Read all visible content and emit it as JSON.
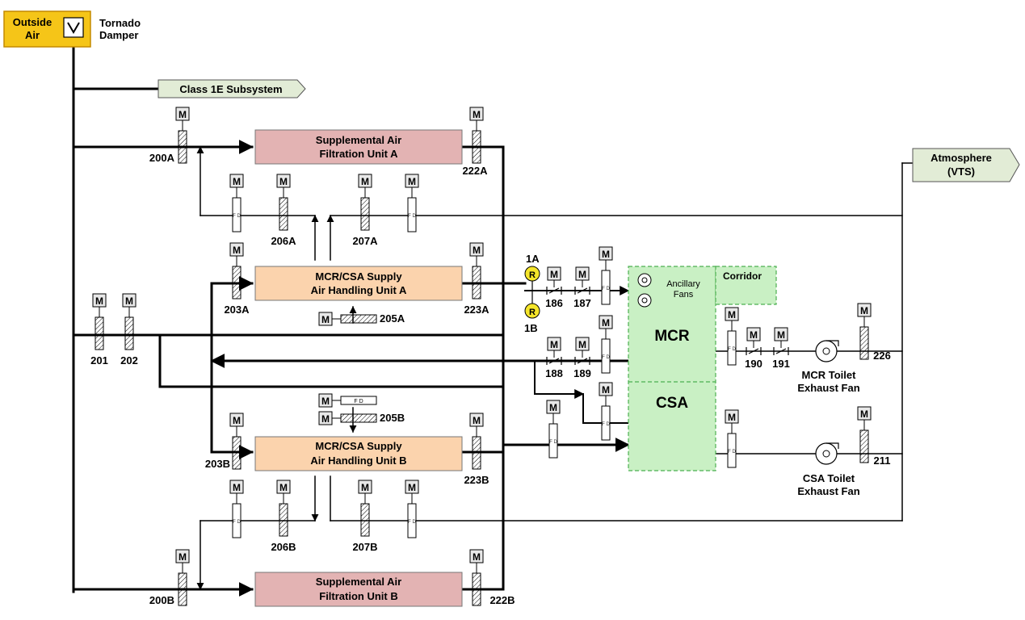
{
  "source": {
    "line1": "Outside",
    "line2": "Air"
  },
  "tornado_damper": {
    "line1": "Tornado",
    "line2": "Damper"
  },
  "class1e": "Class 1E Subsystem",
  "atmosphere": {
    "line1": "Atmosphere",
    "line2": "(VTS)"
  },
  "units": {
    "safu_a": {
      "line1": "Supplemental Air",
      "line2": "Filtration Unit A"
    },
    "safu_b": {
      "line1": "Supplemental Air",
      "line2": "Filtration Unit B"
    },
    "ahu_a": {
      "line1": "MCR/CSA Supply",
      "line2": "Air Handling Unit A"
    },
    "ahu_b": {
      "line1": "MCR/CSA Supply",
      "line2": "Air Handling Unit B"
    }
  },
  "rooms": {
    "mcr": "MCR",
    "csa": "CSA",
    "corridor": "Corridor",
    "ancillary_fans": {
      "line1": "Ancillary",
      "line2": "Fans"
    }
  },
  "fans": {
    "mcr_toilet": {
      "line1": "MCR Toilet",
      "line2": "Exhaust Fan"
    },
    "csa_toilet": {
      "line1": "CSA Toilet",
      "line2": "Exhaust Fan"
    }
  },
  "motor_symbol": "M",
  "radiation_symbol": "R",
  "fire_damper_symbol": "F D",
  "radiation_monitors": {
    "r1a": "1A",
    "r1b": "1B"
  },
  "dampers": {
    "d200a": "200A",
    "d200b": "200B",
    "d201": "201",
    "d202": "202",
    "d203a": "203A",
    "d203b": "203B",
    "d205a": "205A",
    "d205b": "205B",
    "d206a": "206A",
    "d206b": "206B",
    "d207a": "207A",
    "d207b": "207B",
    "d222a": "222A",
    "d222b": "222B",
    "d223a": "223A",
    "d223b": "223B",
    "d226": "226",
    "d211": "211"
  },
  "valves": {
    "v186": "186",
    "v187": "187",
    "v188": "188",
    "v189": "189",
    "v190": "190",
    "v191": "191"
  },
  "colors": {
    "outside_air": "#f5c518",
    "class_tag": "#e2ecd6",
    "safu": "#e3b3b3",
    "ahu": "#fbd3ad",
    "room": "#c9f0c4",
    "room_border": "#4caf50",
    "radiation": "#f5e52a"
  }
}
